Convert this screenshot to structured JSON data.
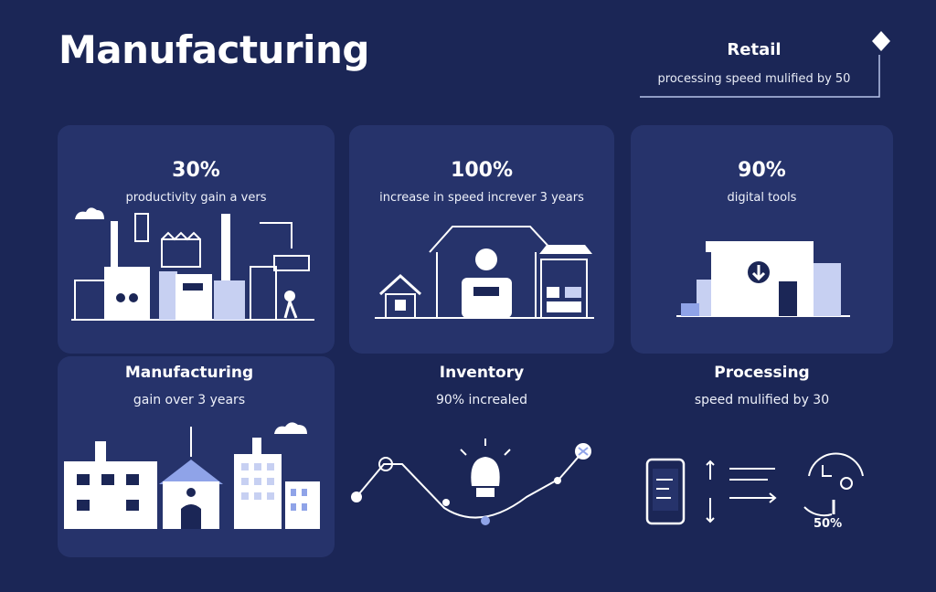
{
  "header": {
    "title": "Manufacturing"
  },
  "retail": {
    "title": "Retail",
    "subtitle": "processing speed mulified by 50"
  },
  "cards": [
    {
      "value": "30%",
      "label": "productivity gain a vers"
    },
    {
      "value": "100%",
      "label": "increase in speed increver 3 years"
    },
    {
      "value": "90%",
      "label": "digital tools"
    }
  ],
  "sections": [
    {
      "title": "Manufacturing",
      "subtitle": "gain  over 3 years"
    },
    {
      "title": "Inventory",
      "subtitle": "90% increaled"
    },
    {
      "title": "Processing",
      "subtitle": "speed mulified by 30"
    }
  ],
  "processing": {
    "badge": "50%"
  },
  "colors": {
    "background": "#1b2656",
    "panel": "#26336b",
    "accent": "#8fa3e8",
    "white": "#ffffff"
  },
  "icons": [
    "cloud-icon",
    "factory-icon",
    "warehouse-icon",
    "house-icon",
    "download-icon",
    "lightbulb-icon",
    "smartphone-icon",
    "cycle-icon",
    "diamond-icon"
  ]
}
